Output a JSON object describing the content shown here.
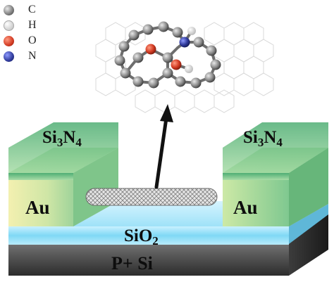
{
  "legend": [
    {
      "symbol": "C",
      "color": "#8a8a8a"
    },
    {
      "symbol": "H",
      "color": "#f2f2f2"
    },
    {
      "symbol": "O",
      "color": "#d23a22"
    },
    {
      "symbol": "N",
      "color": "#2f3a9a"
    }
  ],
  "labels": {
    "nitride_left": {
      "main": "Si",
      "sub1": "3",
      "mid": "N",
      "sub2": "4"
    },
    "nitride_right": {
      "main": "Si",
      "sub1": "3",
      "mid": "N",
      "sub2": "4"
    },
    "electrode_left": "Au",
    "electrode_right": "Au",
    "oxide": {
      "main": "SiO",
      "sub": "2"
    },
    "substrate": "P+ Si"
  }
}
